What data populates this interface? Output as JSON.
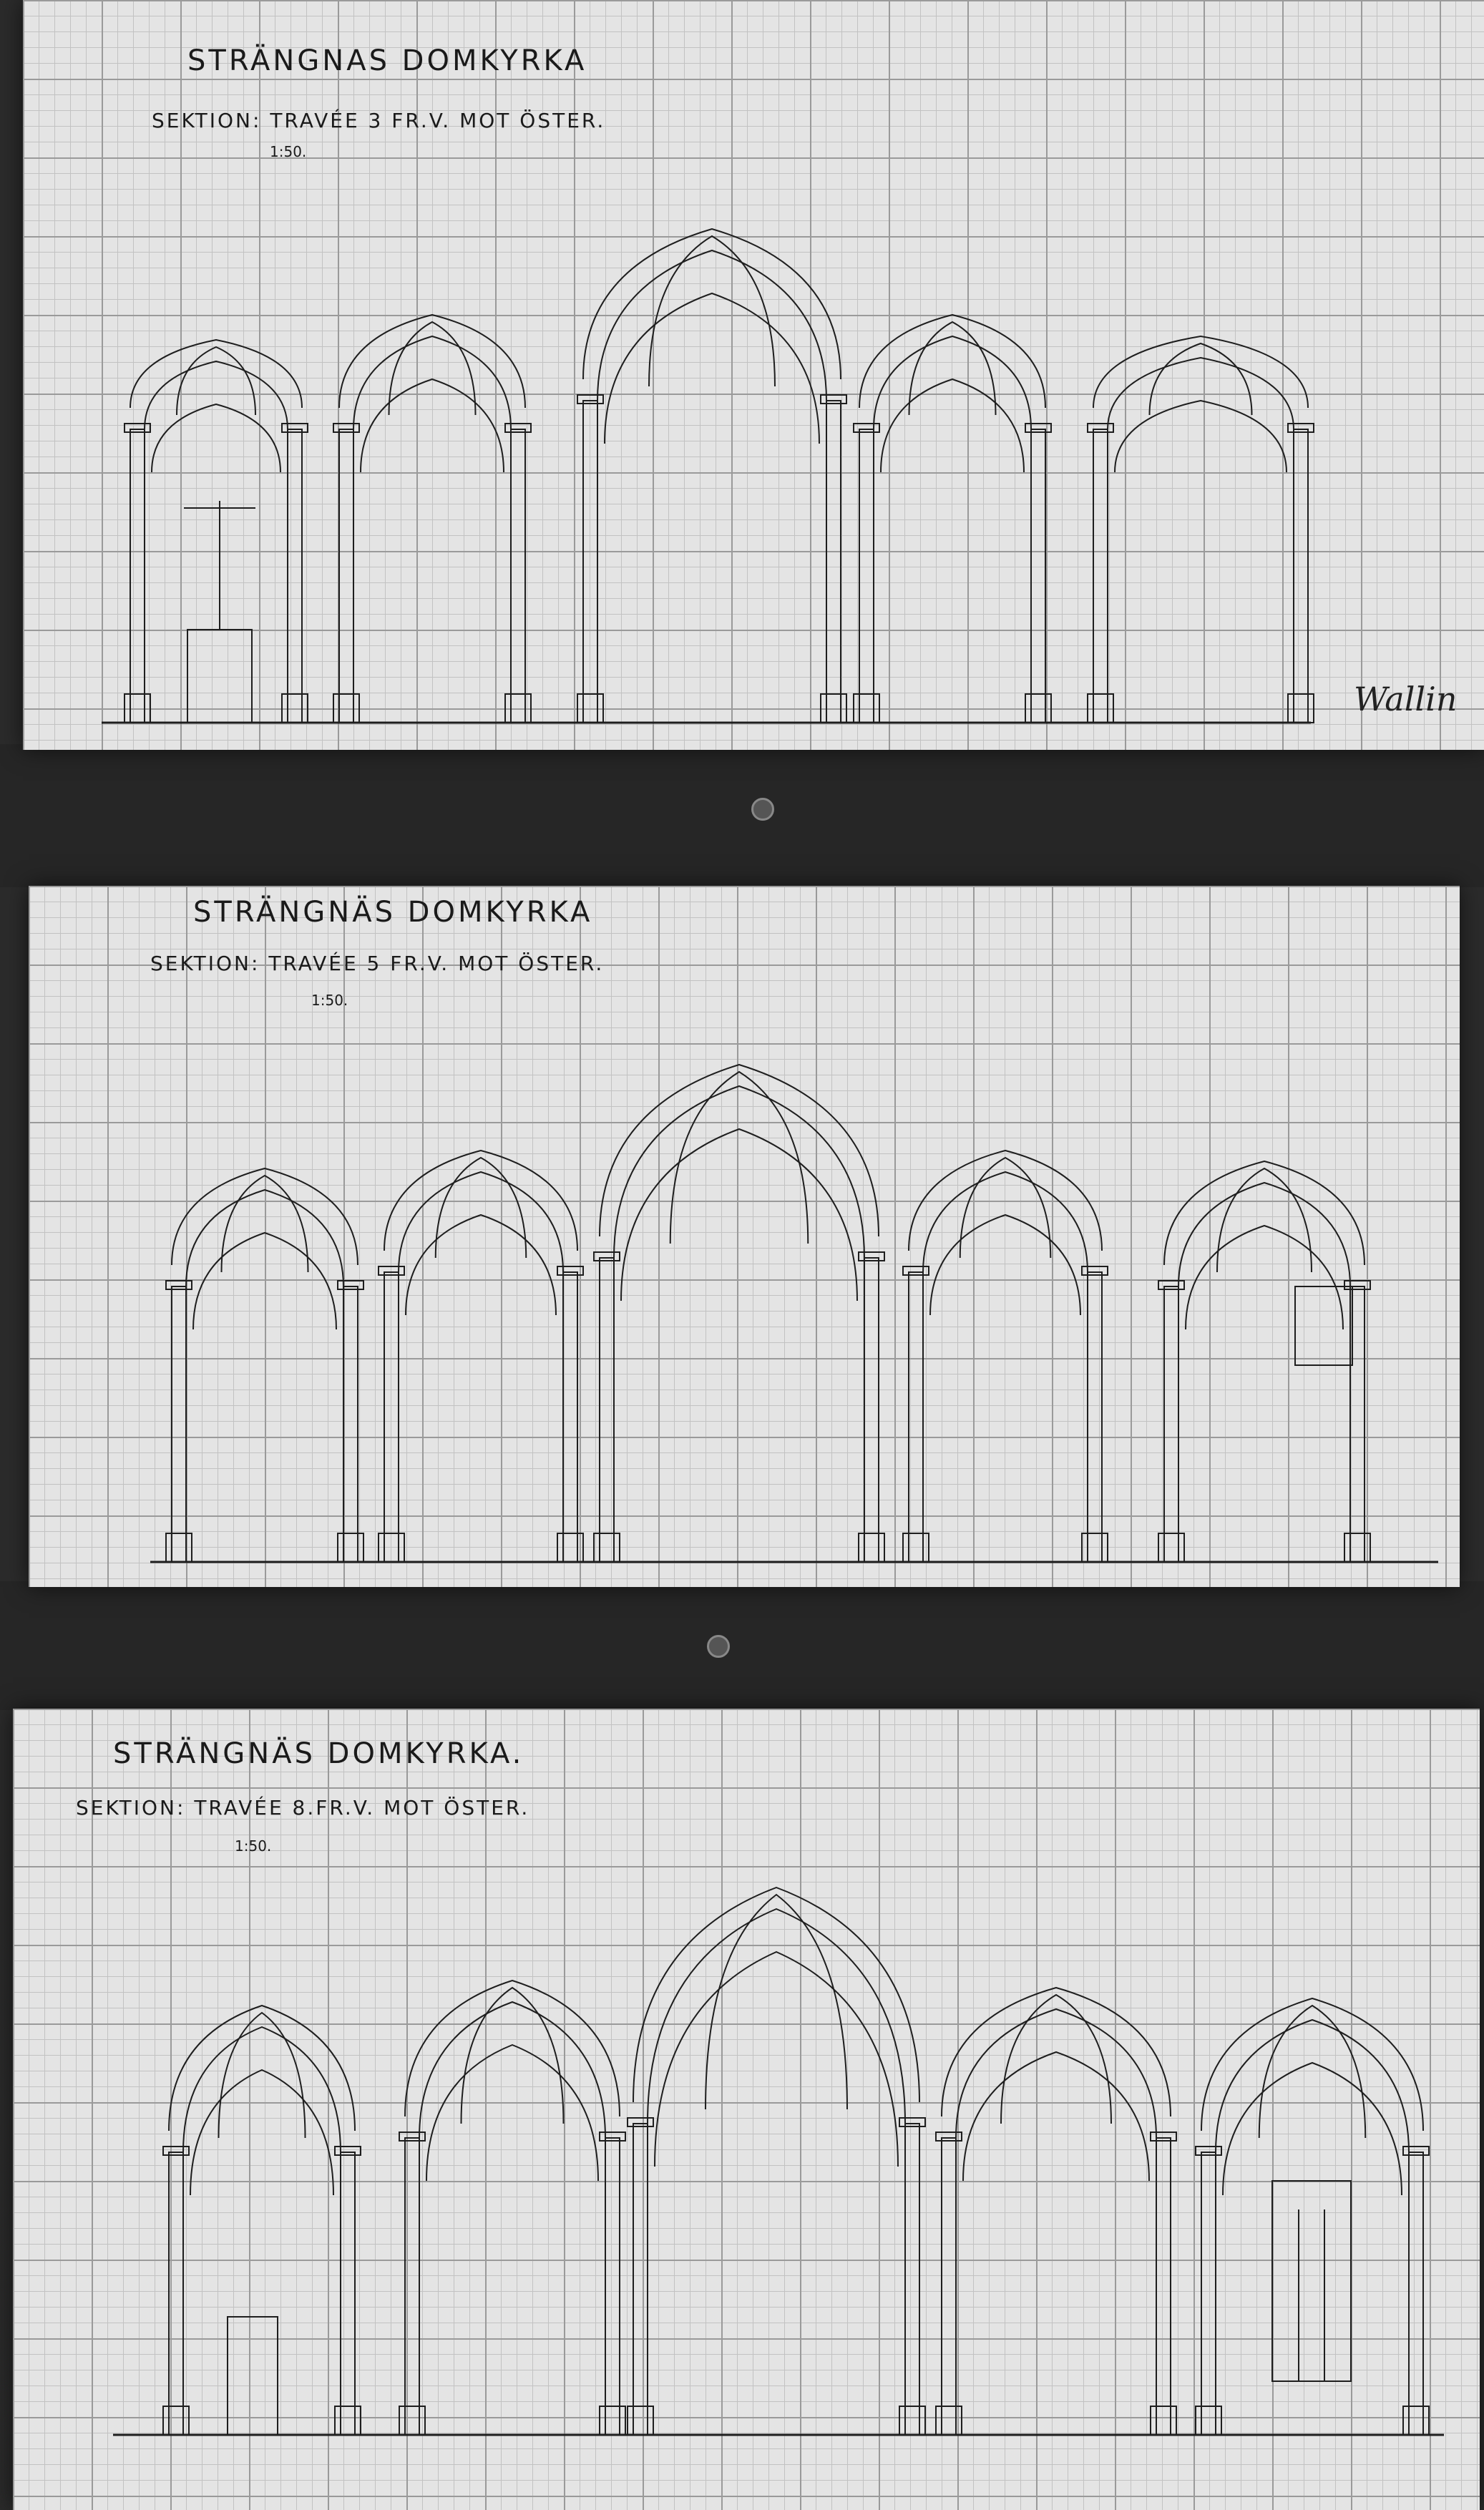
{
  "sheets": [
    {
      "title": "STRÄNGNAS DOMKYRKA",
      "subtitle": "SEKTION: TRAVÉE 3 FR.V. MOT ÖSTER.",
      "scale": "1:50."
    },
    {
      "title": "STRÄNGNÄS DOMKYRKA",
      "subtitle": "SEKTION: TRAVÉE 5 FR.V. MOT ÖSTER.",
      "scale": "1:50."
    },
    {
      "title": "STRÄNGNÄS DOMKYRKA.",
      "subtitle": "SEKTION: TRAVÉE 8.FR.V. MOT ÖSTER.",
      "scale": "1:50."
    }
  ],
  "signature": "Wallin",
  "colors": {
    "paper": "#e4e4e4",
    "ink": "#1a1a1a",
    "background": "#2b2b2b"
  }
}
